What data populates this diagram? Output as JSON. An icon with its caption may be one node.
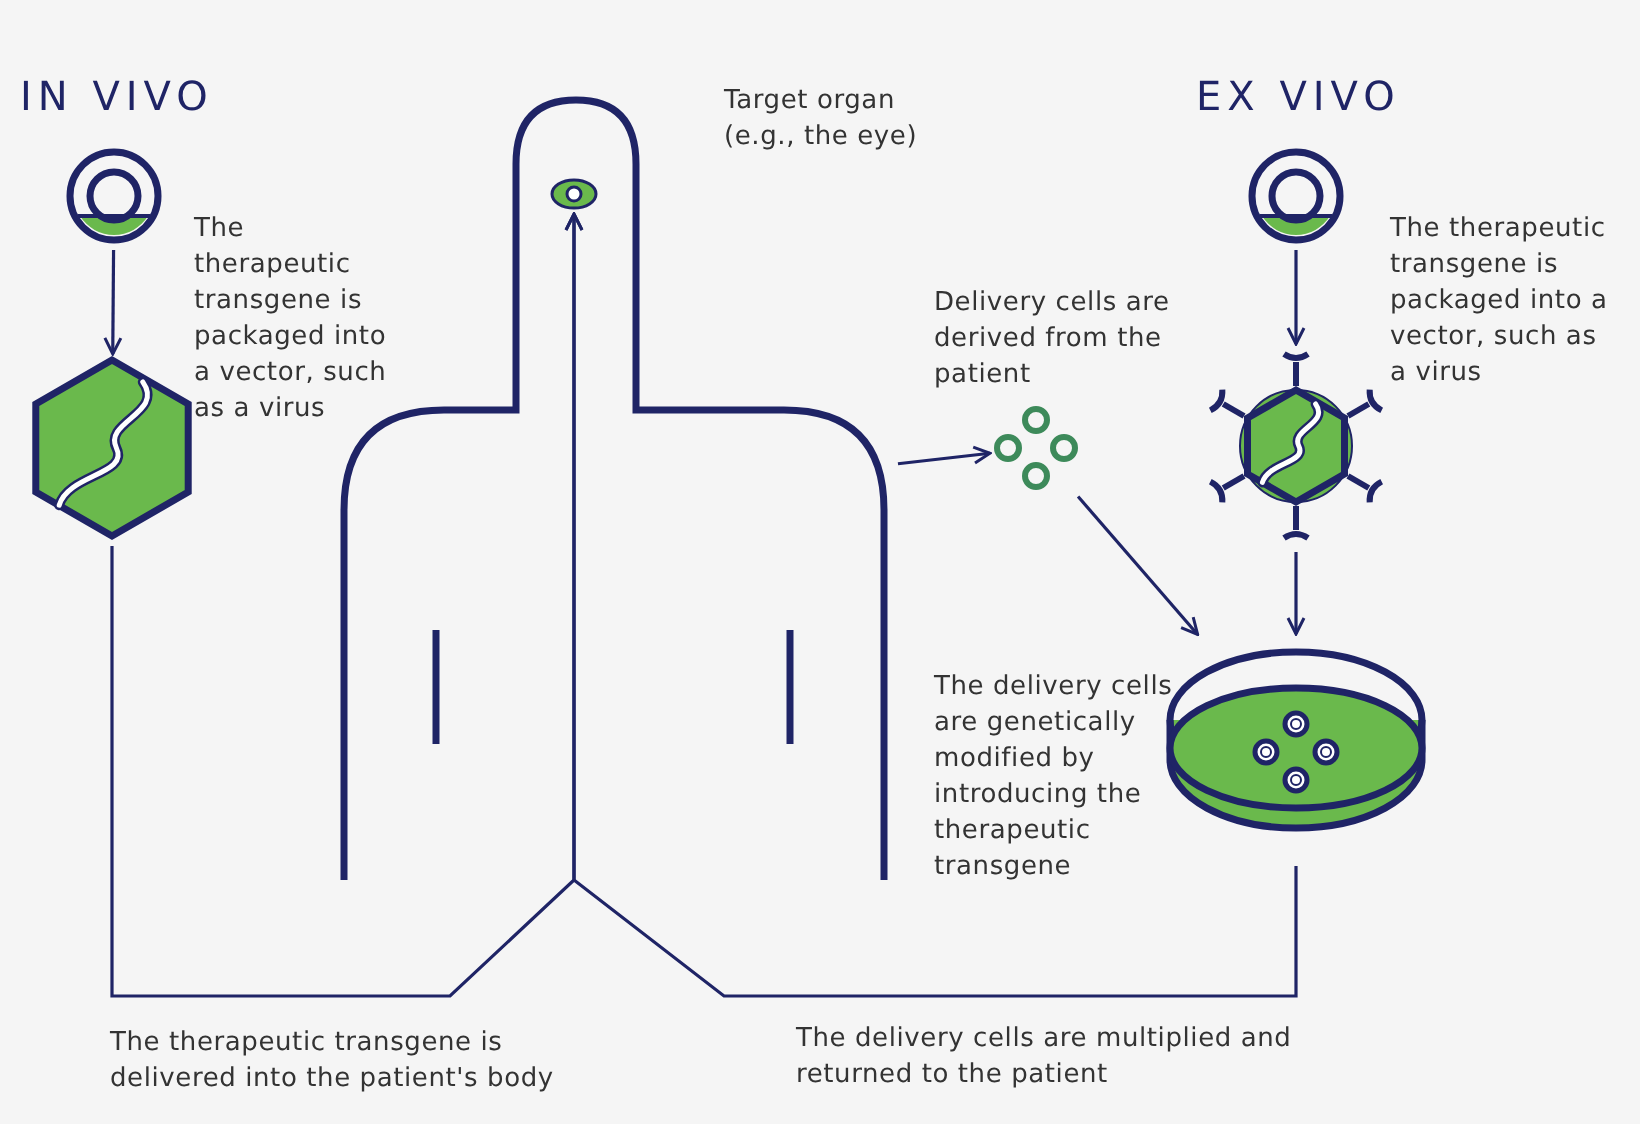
{
  "diagram": {
    "nodes": [
      {
        "text": [],
        "shape": "circle"
      },
      {
        "text": [],
        "shape": "picture"
      },
      {
        "text": [],
        "shape": "person"
      },
      {
        "text": [],
        "shape": "picture",
        "in": 2
      },
      {
        "text": [],
        "shape": "circle"
      },
      {
        "text": [],
        "shape": "picture"
      },
      {
        "text": [],
        "shape": "picture",
        "beside": [
          "Delivery cells are derived from the patient"
        ]
      },
      {
        "text": [],
        "shape": "picture"
      }
    ],
    "edges": [
      {
        "from": 0,
        "to": 1,
        "arrow": "to"
      },
      {
        "from": 4,
        "to": 5,
        "arrow": "to"
      },
      {
        "from": 2,
        "to": 6,
        "arrow": "to"
      },
      {
        "from": 6,
        "to": 7,
        "arrow": "to"
      },
      {
        "from": 5,
        "to": 7,
        "arrow": "to"
      },
      {
        "from": 1,
        "to": 3,
        "arrow": "to"
      },
      {
        "from": 7,
        "to": 3,
        "arrow": "to"
      }
    ],
    "labels": [
      "IN VIVO",
      "Target organ (e.g., the eye)",
      "EX VIVO",
      "The therapeutic transgene is packaged into a vector, such as a virus",
      "The therapeutic transgene is packaged into a vector, such as a virus",
      "The delivery cells are genetically modified by introducing the therapeutic transgene",
      "The therapeutic transgene is delivered into the patient's body",
      "The delivery cells are multiplied and returned to the patient"
    ]
  }
}
